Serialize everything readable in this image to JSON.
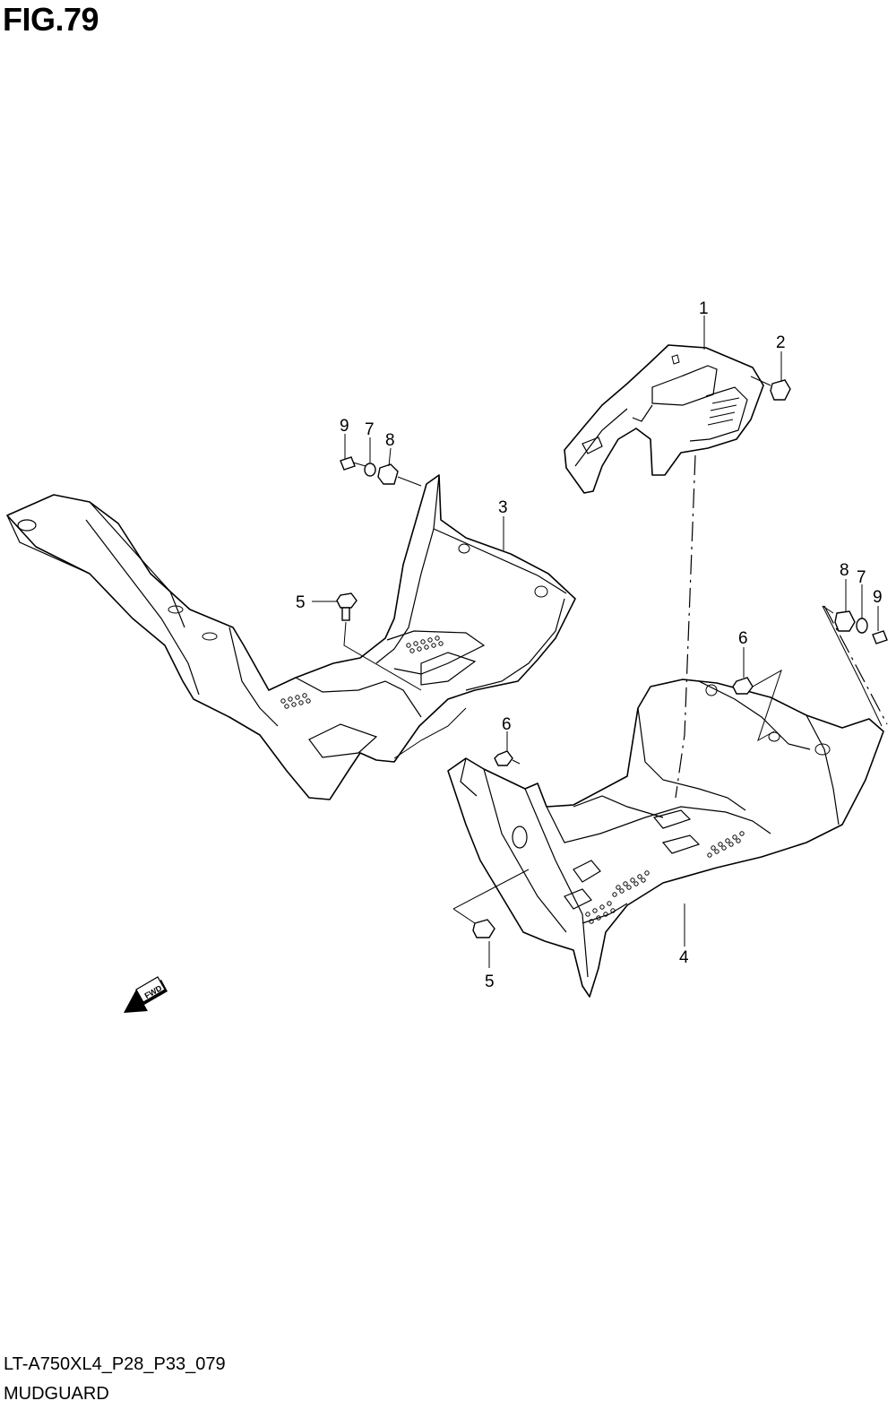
{
  "figure": {
    "title": "FIG.79"
  },
  "footer": {
    "code": "LT-A750XL4_P28_P33_079",
    "name": "MUDGUARD"
  },
  "direction_badge": {
    "label": "FWD"
  },
  "callouts": [
    {
      "id": "c1",
      "number": "1"
    },
    {
      "id": "c2",
      "number": "2"
    },
    {
      "id": "c3",
      "number": "3"
    },
    {
      "id": "c4",
      "number": "4"
    },
    {
      "id": "c5a",
      "number": "5"
    },
    {
      "id": "c5b",
      "number": "5"
    },
    {
      "id": "c6a",
      "number": "6"
    },
    {
      "id": "c6b",
      "number": "6"
    },
    {
      "id": "c7a",
      "number": "7"
    },
    {
      "id": "c7b",
      "number": "7"
    },
    {
      "id": "c8a",
      "number": "8"
    },
    {
      "id": "c8b",
      "number": "8"
    },
    {
      "id": "c9a",
      "number": "9"
    },
    {
      "id": "c9b",
      "number": "9"
    }
  ]
}
